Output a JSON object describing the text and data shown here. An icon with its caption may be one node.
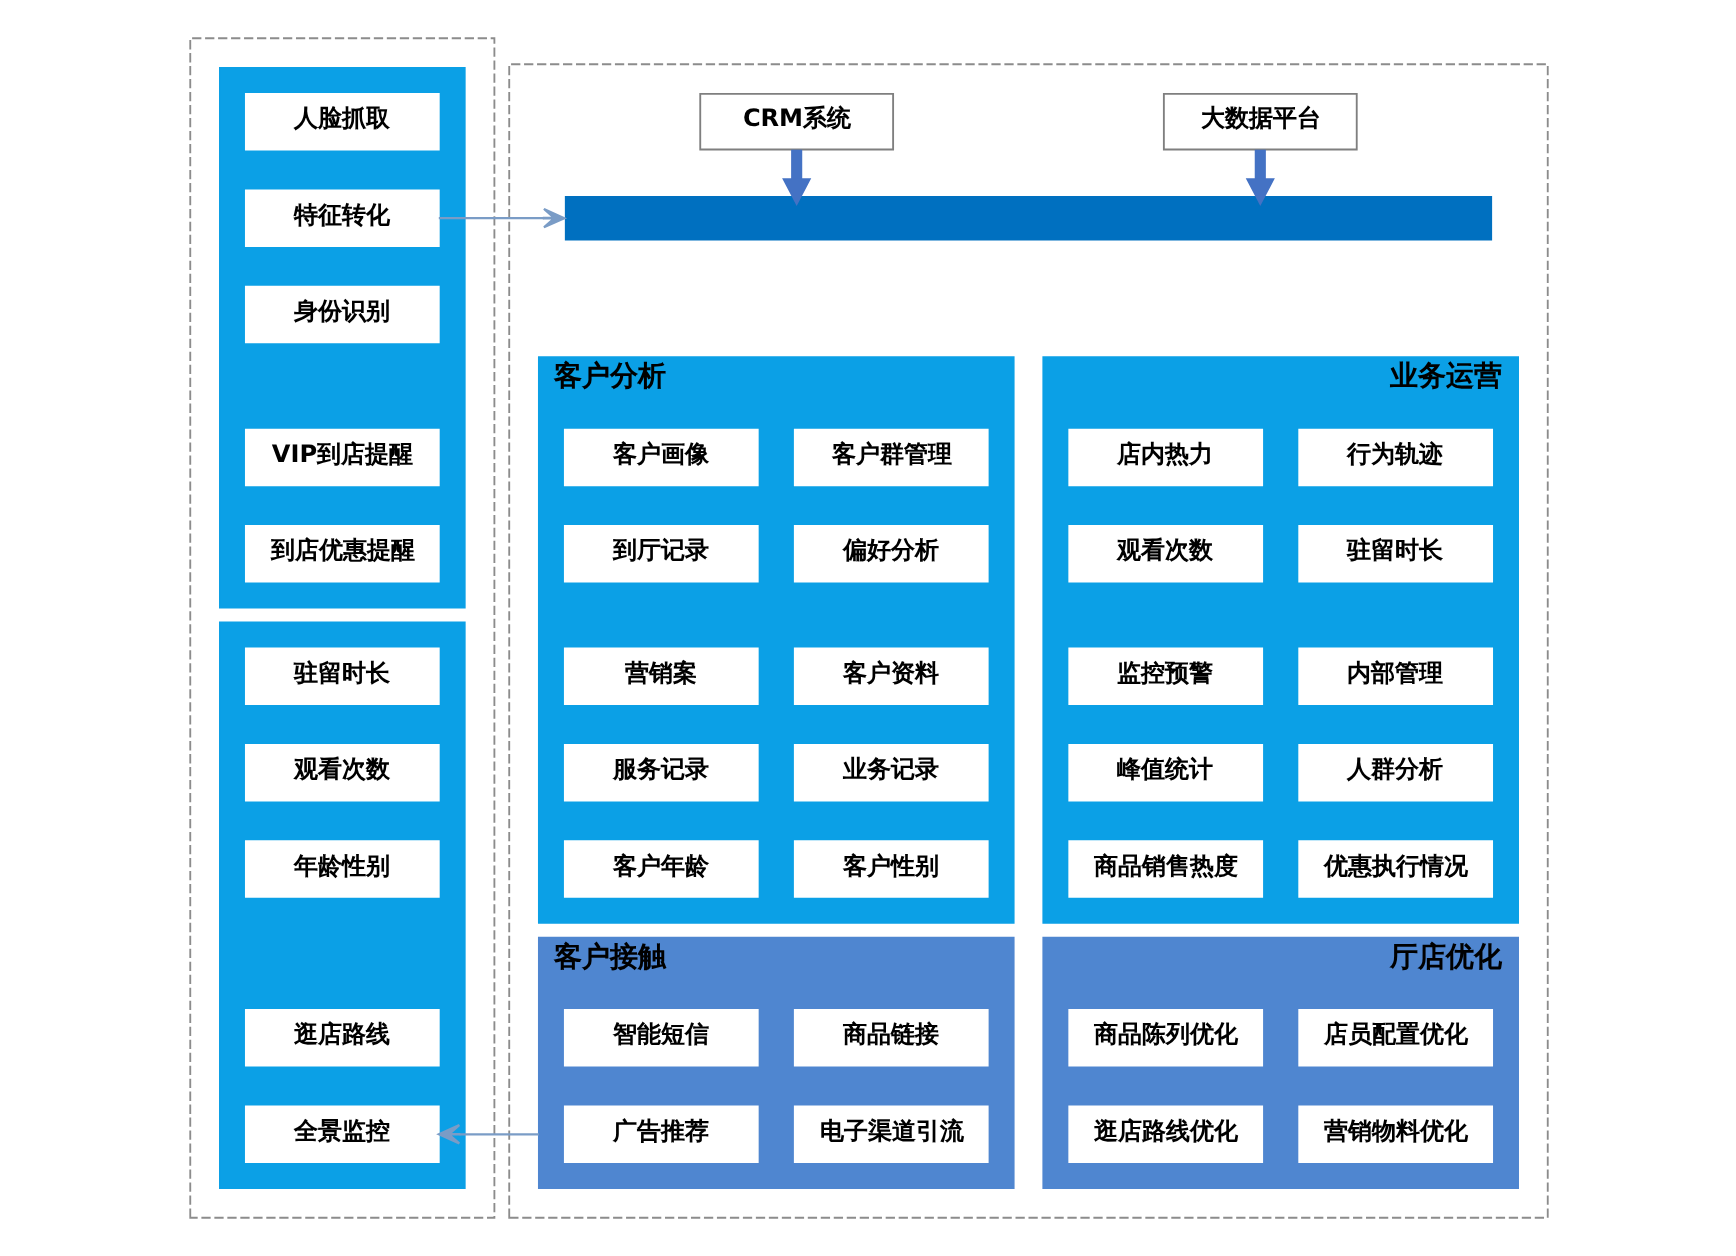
{
  "diagram": {
    "nodes": [
      {
        "text": [],
        "shape": "box"
      },
      {
        "text": [],
        "shape": "box",
        "in": 0
      },
      {
        "text": [
          "人脸抓取"
        ],
        "in": 1
      },
      {
        "text": [
          "特征转化"
        ],
        "in": 1
      },
      {
        "text": [
          "身份识别"
        ],
        "in": 1
      },
      {
        "text": [
          "VIP到店提醒"
        ],
        "in": 1
      },
      {
        "text": [
          "到店优惠提醒"
        ],
        "in": 1
      },
      {
        "text": [],
        "shape": "box",
        "in": 0
      },
      {
        "text": [
          "驻留时长"
        ],
        "in": 7
      },
      {
        "text": [
          "观看次数"
        ],
        "in": 7
      },
      {
        "text": [
          "年龄性别"
        ],
        "in": 7
      },
      {
        "text": [
          "逛店路线"
        ],
        "in": 7
      },
      {
        "text": [
          "全景监控"
        ],
        "in": 7
      },
      {
        "text": [],
        "shape": "box"
      },
      {
        "text": [
          "CRM系统"
        ],
        "in": 13
      },
      {
        "text": [
          "大数据平台"
        ],
        "in": 13
      },
      {
        "text": [],
        "shape": "bar",
        "in": 13
      },
      {
        "text": [
          "客户分析"
        ],
        "in": 13
      },
      {
        "text": [
          "客户画像"
        ],
        "in": 17
      },
      {
        "text": [
          "客户群管理"
        ],
        "in": 17
      },
      {
        "text": [
          "到厅记录"
        ],
        "in": 17
      },
      {
        "text": [
          "偏好分析"
        ],
        "in": 17
      },
      {
        "text": [
          "营销案"
        ],
        "in": 17
      },
      {
        "text": [
          "客户资料"
        ],
        "in": 17
      },
      {
        "text": [
          "服务记录"
        ],
        "in": 17
      },
      {
        "text": [
          "业务记录"
        ],
        "in": 17
      },
      {
        "text": [
          "客户年龄"
        ],
        "in": 17
      },
      {
        "text": [
          "客户性别"
        ],
        "in": 17
      },
      {
        "text": [
          "业务运营"
        ],
        "in": 13
      },
      {
        "text": [
          "店内热力"
        ],
        "in": 28
      },
      {
        "text": [
          "行为轨迹"
        ],
        "in": 28
      },
      {
        "text": [
          "观看次数"
        ],
        "in": 28
      },
      {
        "text": [
          "驻留时长"
        ],
        "in": 28
      },
      {
        "text": [
          "监控预警"
        ],
        "in": 28
      },
      {
        "text": [
          "内部管理"
        ],
        "in": 28
      },
      {
        "text": [
          "峰值统计"
        ],
        "in": 28
      },
      {
        "text": [
          "人群分析"
        ],
        "in": 28
      },
      {
        "text": [
          "商品销售热度"
        ],
        "in": 28
      },
      {
        "text": [
          "优惠执行情况"
        ],
        "in": 28
      },
      {
        "text": [
          "客户接触"
        ],
        "in": 13
      },
      {
        "text": [
          "智能短信"
        ],
        "in": 39
      },
      {
        "text": [
          "商品链接"
        ],
        "in": 39
      },
      {
        "text": [
          "广告推荐"
        ],
        "in": 39
      },
      {
        "text": [
          "电子渠道引流"
        ],
        "in": 39
      },
      {
        "text": [
          "厅店优化"
        ],
        "in": 13
      },
      {
        "text": [
          "商品陈列优化"
        ],
        "in": 44
      },
      {
        "text": [
          "店员配置优化"
        ],
        "in": 44
      },
      {
        "text": [
          "逛店路线优化"
        ],
        "in": 44
      },
      {
        "text": [
          "营销物料优化"
        ],
        "in": 44
      }
    ],
    "edges": [
      {
        "from": 3,
        "to": 16,
        "arrow": "to"
      },
      {
        "from": 14,
        "to": 16,
        "arrow": "to",
        "style": "thick",
        "color": "#4472c4"
      },
      {
        "from": 15,
        "to": 16,
        "arrow": "to",
        "style": "thick",
        "color": "#4472c4"
      },
      {
        "from": 39,
        "to": 12,
        "arrow": "to"
      }
    ]
  }
}
